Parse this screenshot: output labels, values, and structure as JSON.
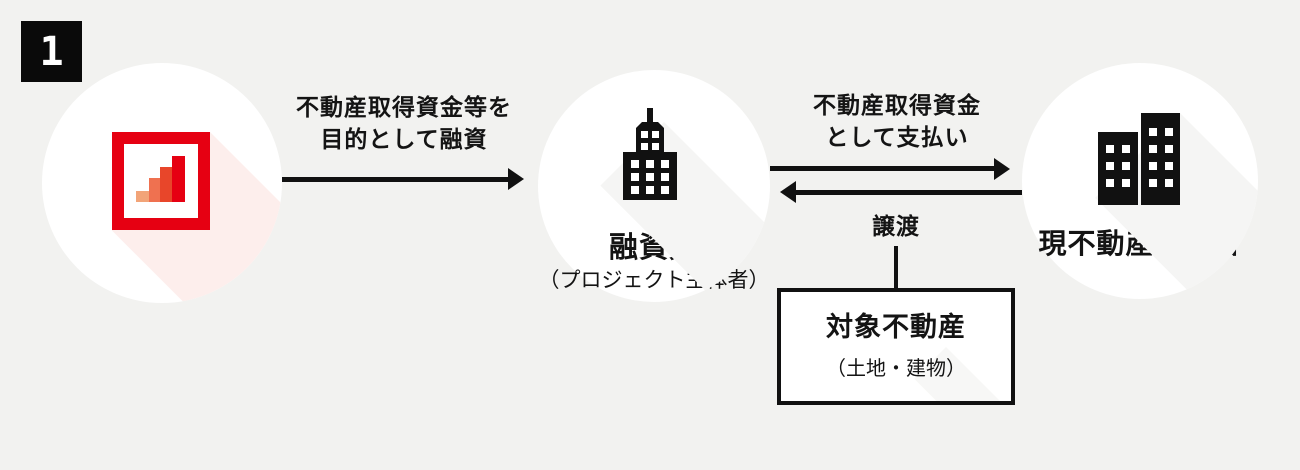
{
  "badge": {
    "number": "1"
  },
  "nodes": {
    "lender": {
      "icon": "bar-chart-logo"
    },
    "borrower": {
      "label": "融資先",
      "sublabel": "（プロジェクト主体者）",
      "icon": "office-building-icon"
    },
    "owner": {
      "label": "現不動産所有者",
      "icon": "two-buildings-icon"
    }
  },
  "flows": {
    "loan": {
      "line1": "不動産取得資金等を",
      "line2": "目的として融資",
      "direction": "right"
    },
    "payment": {
      "line1": "不動産取得資金",
      "line2": "として支払い",
      "direction": "right"
    },
    "transfer": {
      "label": "譲渡",
      "direction": "left"
    }
  },
  "property_box": {
    "title": "対象不動産",
    "subtitle": "（土地・建物）"
  },
  "colors": {
    "background": "#f2f2f0",
    "ink": "#111111",
    "accent_red": "#e60012",
    "bar1": "#f2a478",
    "bar2": "#ef7150",
    "bar3": "#e8462a",
    "bar4": "#e60012"
  }
}
